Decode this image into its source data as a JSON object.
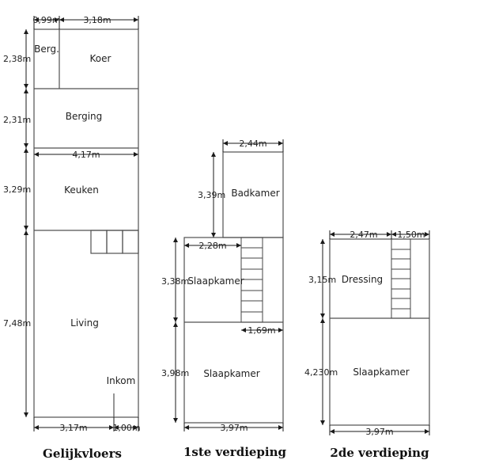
{
  "ground_floor": {
    "title": "Gelijkvloers",
    "rooms": {
      "berg": "Berg.",
      "koer": "Koer",
      "berging": "Berging",
      "keuken": "Keuken",
      "living": "Living",
      "inkom": "Inkom"
    },
    "dims": {
      "top_left": "0,99m",
      "top_right": "3,18m",
      "koer_h": "2,38m",
      "berging_h": "2,31m",
      "keuken_w": "4,17m",
      "keuken_h": "3,29m",
      "living_h": "7,48m",
      "bottom_left": "3,17m",
      "bottom_right": "1,00m"
    }
  },
  "first_floor": {
    "title": "1ste verdieping",
    "rooms": {
      "badkamer": "Badkamer",
      "slaapkamer_top": "Slaapkamer",
      "slaapkamer_bottom": "Slaapkamer"
    },
    "dims": {
      "badkamer_w": "2,44m",
      "badkamer_h": "3,39m",
      "slaap_w": "2,28m",
      "slaap_top_h": "3,38m",
      "stair_w": "1,69m",
      "slaap_bottom_h": "3,98m",
      "total_w": "3,97m"
    }
  },
  "second_floor": {
    "title": "2de verdieping",
    "rooms": {
      "dressing": "Dressing",
      "slaapkamer": "Slaapkamer"
    },
    "dims": {
      "dressing_w": "2,47m",
      "stair_w": "1,50m",
      "dressing_h": "3,15m",
      "slaap_h": "4,230m",
      "total_w": "3,97m"
    }
  },
  "colors": {
    "walls": "#505050",
    "dimensions": "#1a1a1a"
  }
}
